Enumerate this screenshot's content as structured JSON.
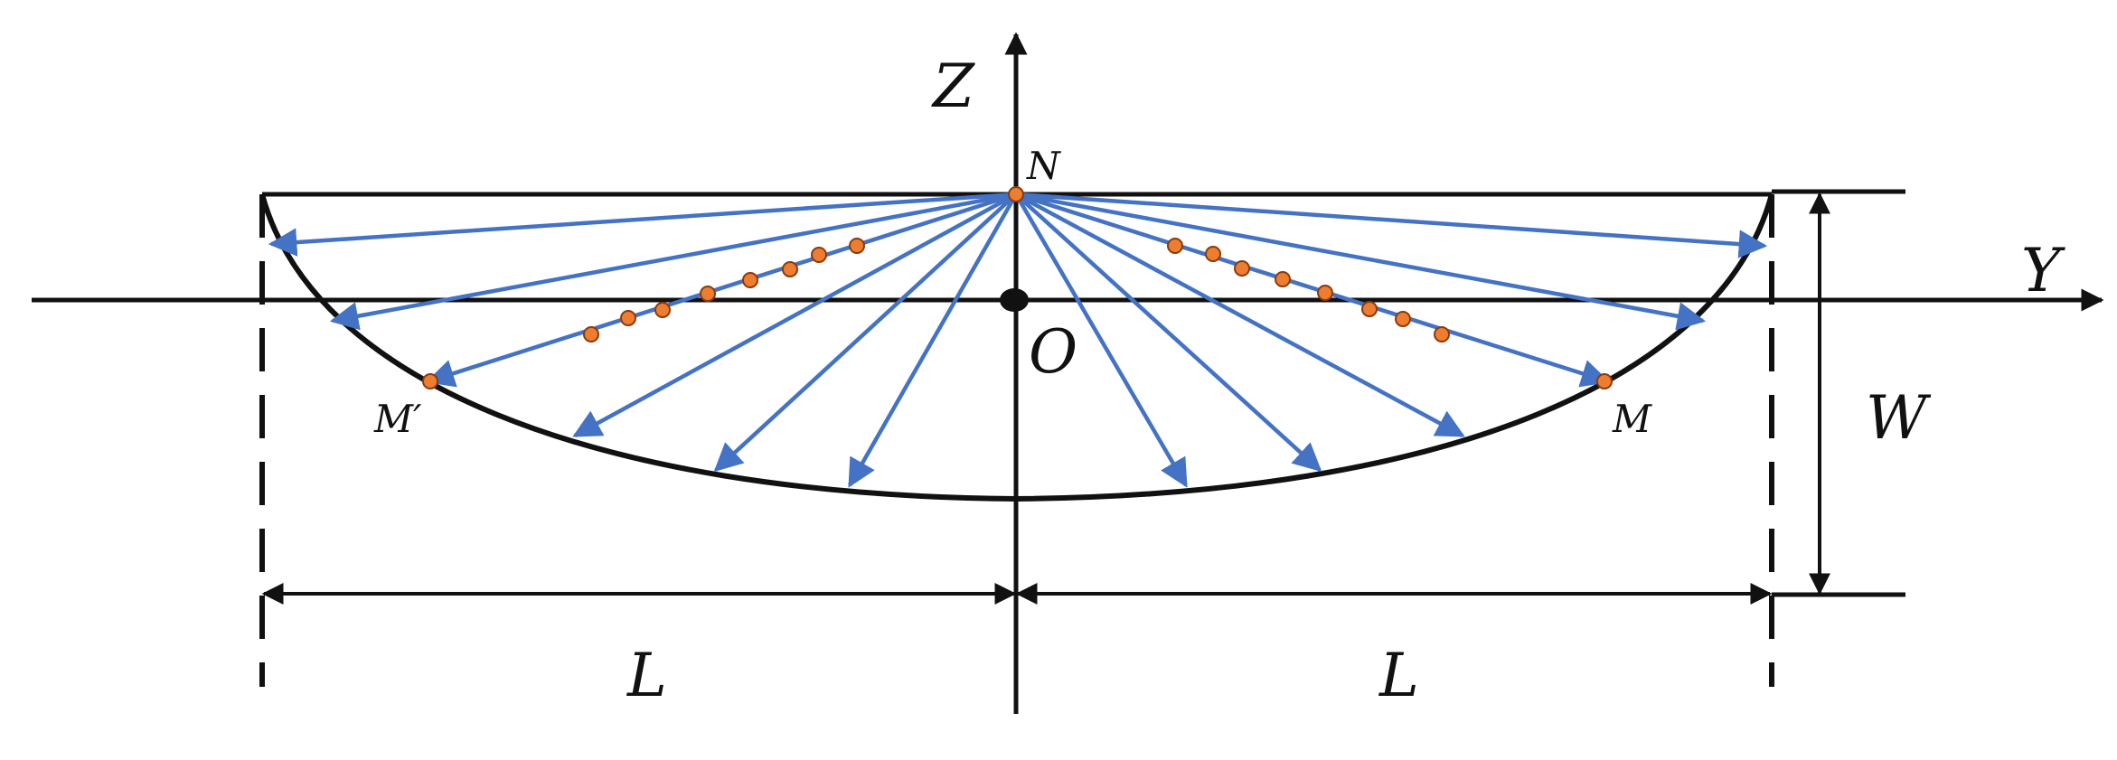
{
  "labels": {
    "z_axis": "Z",
    "y_axis": "Y",
    "origin": "O",
    "apex": "N",
    "point_right": "M",
    "point_left": "M′",
    "depth": "W",
    "half_width_left": "L",
    "half_width_right": "L"
  },
  "colors": {
    "ink": "#111111",
    "ray": "#4472C4",
    "marker_fill": "#ED7D31",
    "marker_stroke": "#8A3A0A"
  }
}
